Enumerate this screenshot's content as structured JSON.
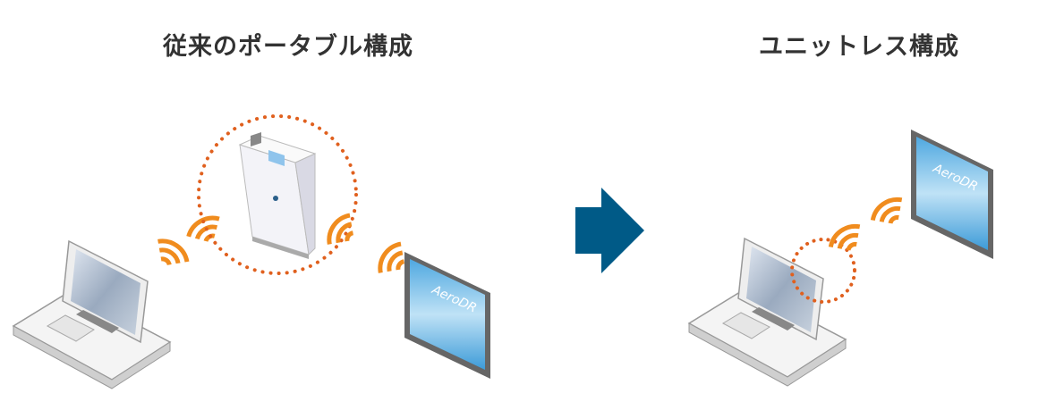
{
  "left_panel": {
    "title": "従来のポータブル構成"
  },
  "right_panel": {
    "title": "ユニットレス構成"
  },
  "detector_logo": "AeroDR",
  "colors": {
    "accent": "#f08c1e",
    "arrow": "#005a87",
    "dotted_circle": "#e0601e",
    "title": "#333333"
  }
}
